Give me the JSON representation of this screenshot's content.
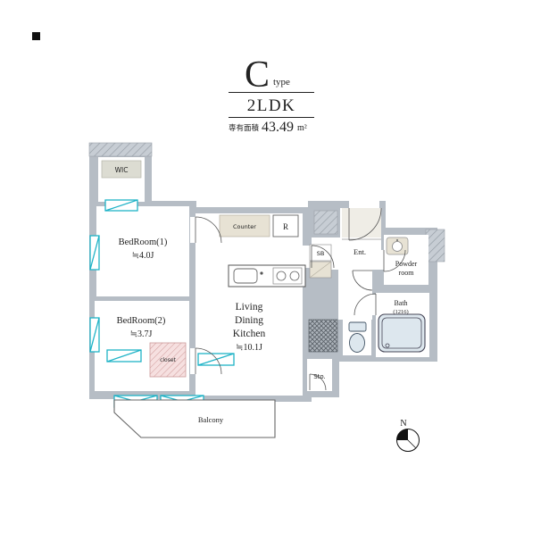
{
  "title": {
    "type_letter": "C",
    "type_word": "type",
    "layout": "2LDK",
    "area_label": "専有面積",
    "area_value": "43.49",
    "area_unit": "m²"
  },
  "rooms": {
    "wic": "WIC",
    "bedroom1_name": "BedRoom(1)",
    "bedroom1_size": "≒4.0J",
    "bedroom2_name": "BedRoom(2)",
    "bedroom2_size": "≒3.7J",
    "ldk_line1": "Living",
    "ldk_line2": "Dining",
    "ldk_line3": "Kitchen",
    "ldk_size": "≒10.1J",
    "balcony": "Balcony",
    "entrance": "Ent.",
    "powder_line1": "Powder",
    "powder_line2": "room",
    "bath_name": "Bath",
    "bath_size": "(1216)",
    "counter": "Counter",
    "fridge": "R",
    "shoebox": "SB",
    "storage": "Sto.",
    "closet": "closet"
  },
  "compass": {
    "north": "N"
  },
  "colors": {
    "wall": "#b6bdc5",
    "window_accent": "#1fb3c7",
    "fixture_beige": "#e7e2d4",
    "closet_pink": "#f6e0e0",
    "bath_blue": "#dde7ee"
  }
}
